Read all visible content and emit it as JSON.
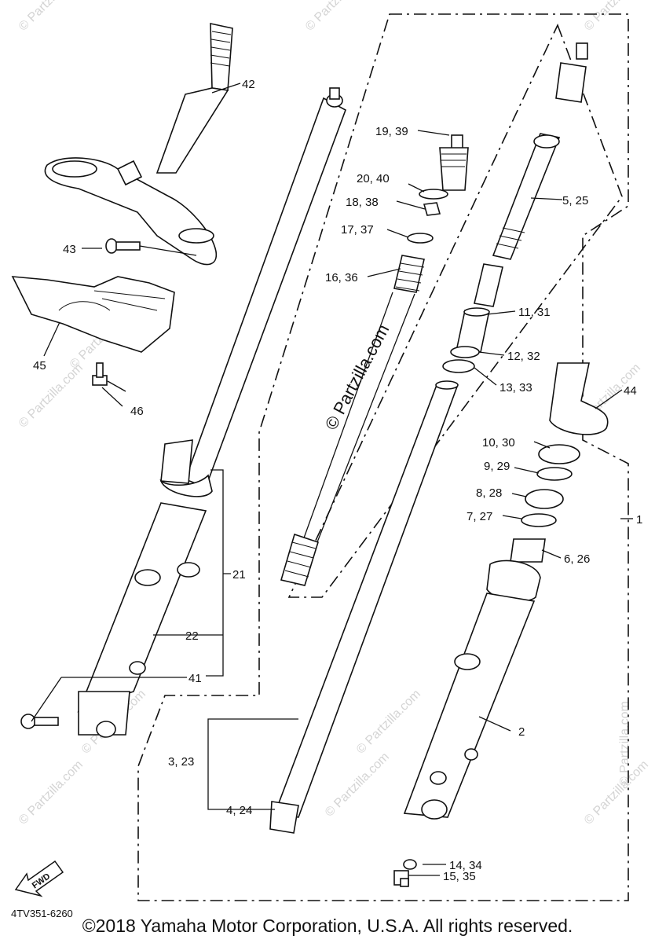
{
  "callouts": [
    {
      "id": "c42",
      "label": "42"
    },
    {
      "id": "c43",
      "label": "43"
    },
    {
      "id": "c45",
      "label": "45"
    },
    {
      "id": "c46",
      "label": "46"
    },
    {
      "id": "c21",
      "label": "21"
    },
    {
      "id": "c22",
      "label": "22"
    },
    {
      "id": "c41",
      "label": "41"
    },
    {
      "id": "c19",
      "label": "19, 39"
    },
    {
      "id": "c20",
      "label": "20, 40"
    },
    {
      "id": "c18",
      "label": "18, 38"
    },
    {
      "id": "c17",
      "label": "17, 37"
    },
    {
      "id": "c16",
      "label": "16, 36"
    },
    {
      "id": "c5",
      "label": "5, 25"
    },
    {
      "id": "c11",
      "label": "11, 31"
    },
    {
      "id": "c12",
      "label": "12, 32"
    },
    {
      "id": "c13",
      "label": "13, 33"
    },
    {
      "id": "c44",
      "label": "44"
    },
    {
      "id": "c10",
      "label": "10, 30"
    },
    {
      "id": "c9",
      "label": "9, 29"
    },
    {
      "id": "c8",
      "label": "8, 28"
    },
    {
      "id": "c7",
      "label": "7, 27"
    },
    {
      "id": "c1",
      "label": "1"
    },
    {
      "id": "c6",
      "label": "6, 26"
    },
    {
      "id": "c2",
      "label": "2"
    },
    {
      "id": "c3",
      "label": "3, 23"
    },
    {
      "id": "c4",
      "label": "4, 24"
    },
    {
      "id": "c14",
      "label": "14, 34"
    },
    {
      "id": "c15",
      "label": "15, 35"
    }
  ],
  "fwd_label": "FWD",
  "diagram_code": "4TV351-6260",
  "watermark_center": "© Partzilla.com",
  "watermark_faint": "© Partzilla.com",
  "copyright": "©2018  Yamaha Motor Corporation, U.S.A. All rights reserved.",
  "colors": {
    "line": "#111111",
    "watermark": "#d4d4d4",
    "background": "#ffffff"
  }
}
